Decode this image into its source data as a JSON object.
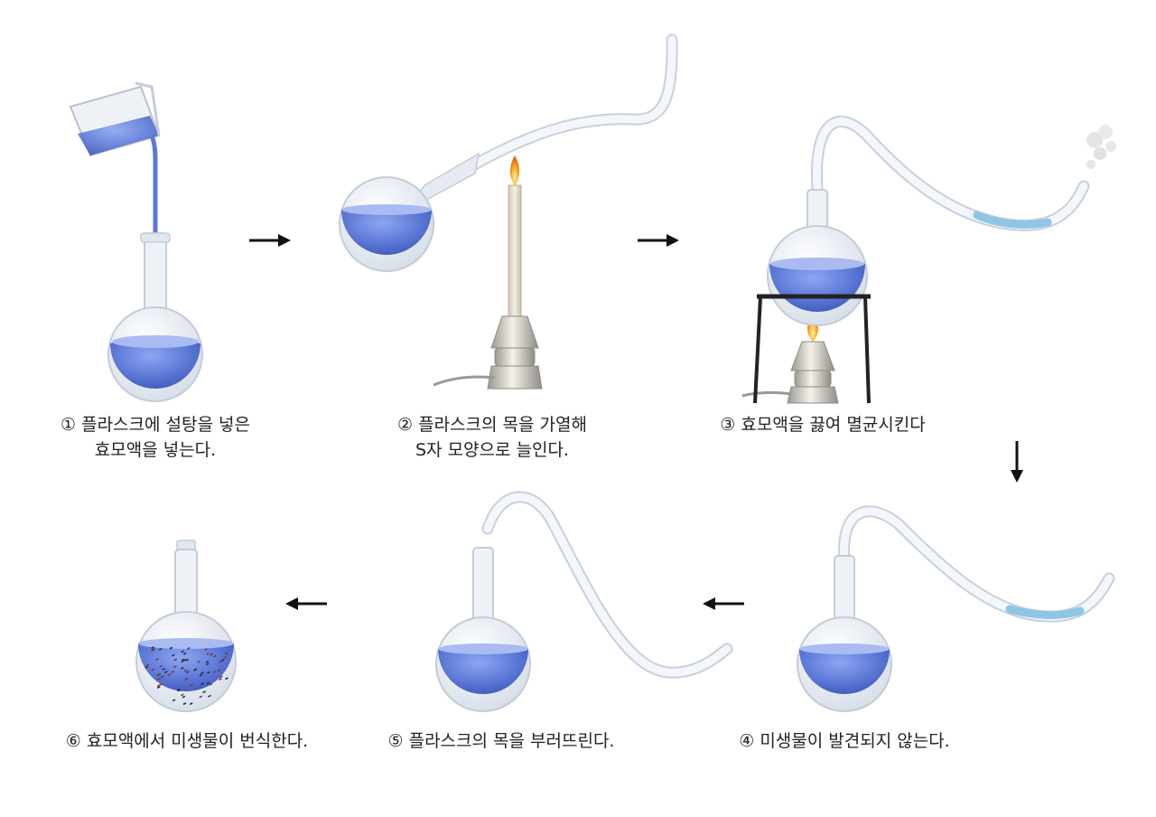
{
  "steps": [
    {
      "lines": [
        "① 플라스크에 설탕을 넣은",
        "효모액을 넣는다."
      ]
    },
    {
      "lines": [
        "② 플라스크의 목을 가열해",
        "S자 모양으로 늘인다."
      ]
    },
    {
      "lines": [
        "③ 효모액을 끓여 멸균시킨다"
      ]
    },
    {
      "lines": [
        "④ 미생물이 발견되지 않는다."
      ]
    },
    {
      "lines": [
        "⑤ 플라스크의 목을 부러뜨린다."
      ]
    },
    {
      "lines": [
        "⑥ 효모액에서 미생물이 번식한다."
      ]
    }
  ],
  "colors": {
    "liquid": "#5b78d6",
    "liquid_top": "#9fb2ee",
    "glass": "#e9eef5",
    "tube_liquid": "#8fc6e6",
    "arrow": "#111111"
  }
}
